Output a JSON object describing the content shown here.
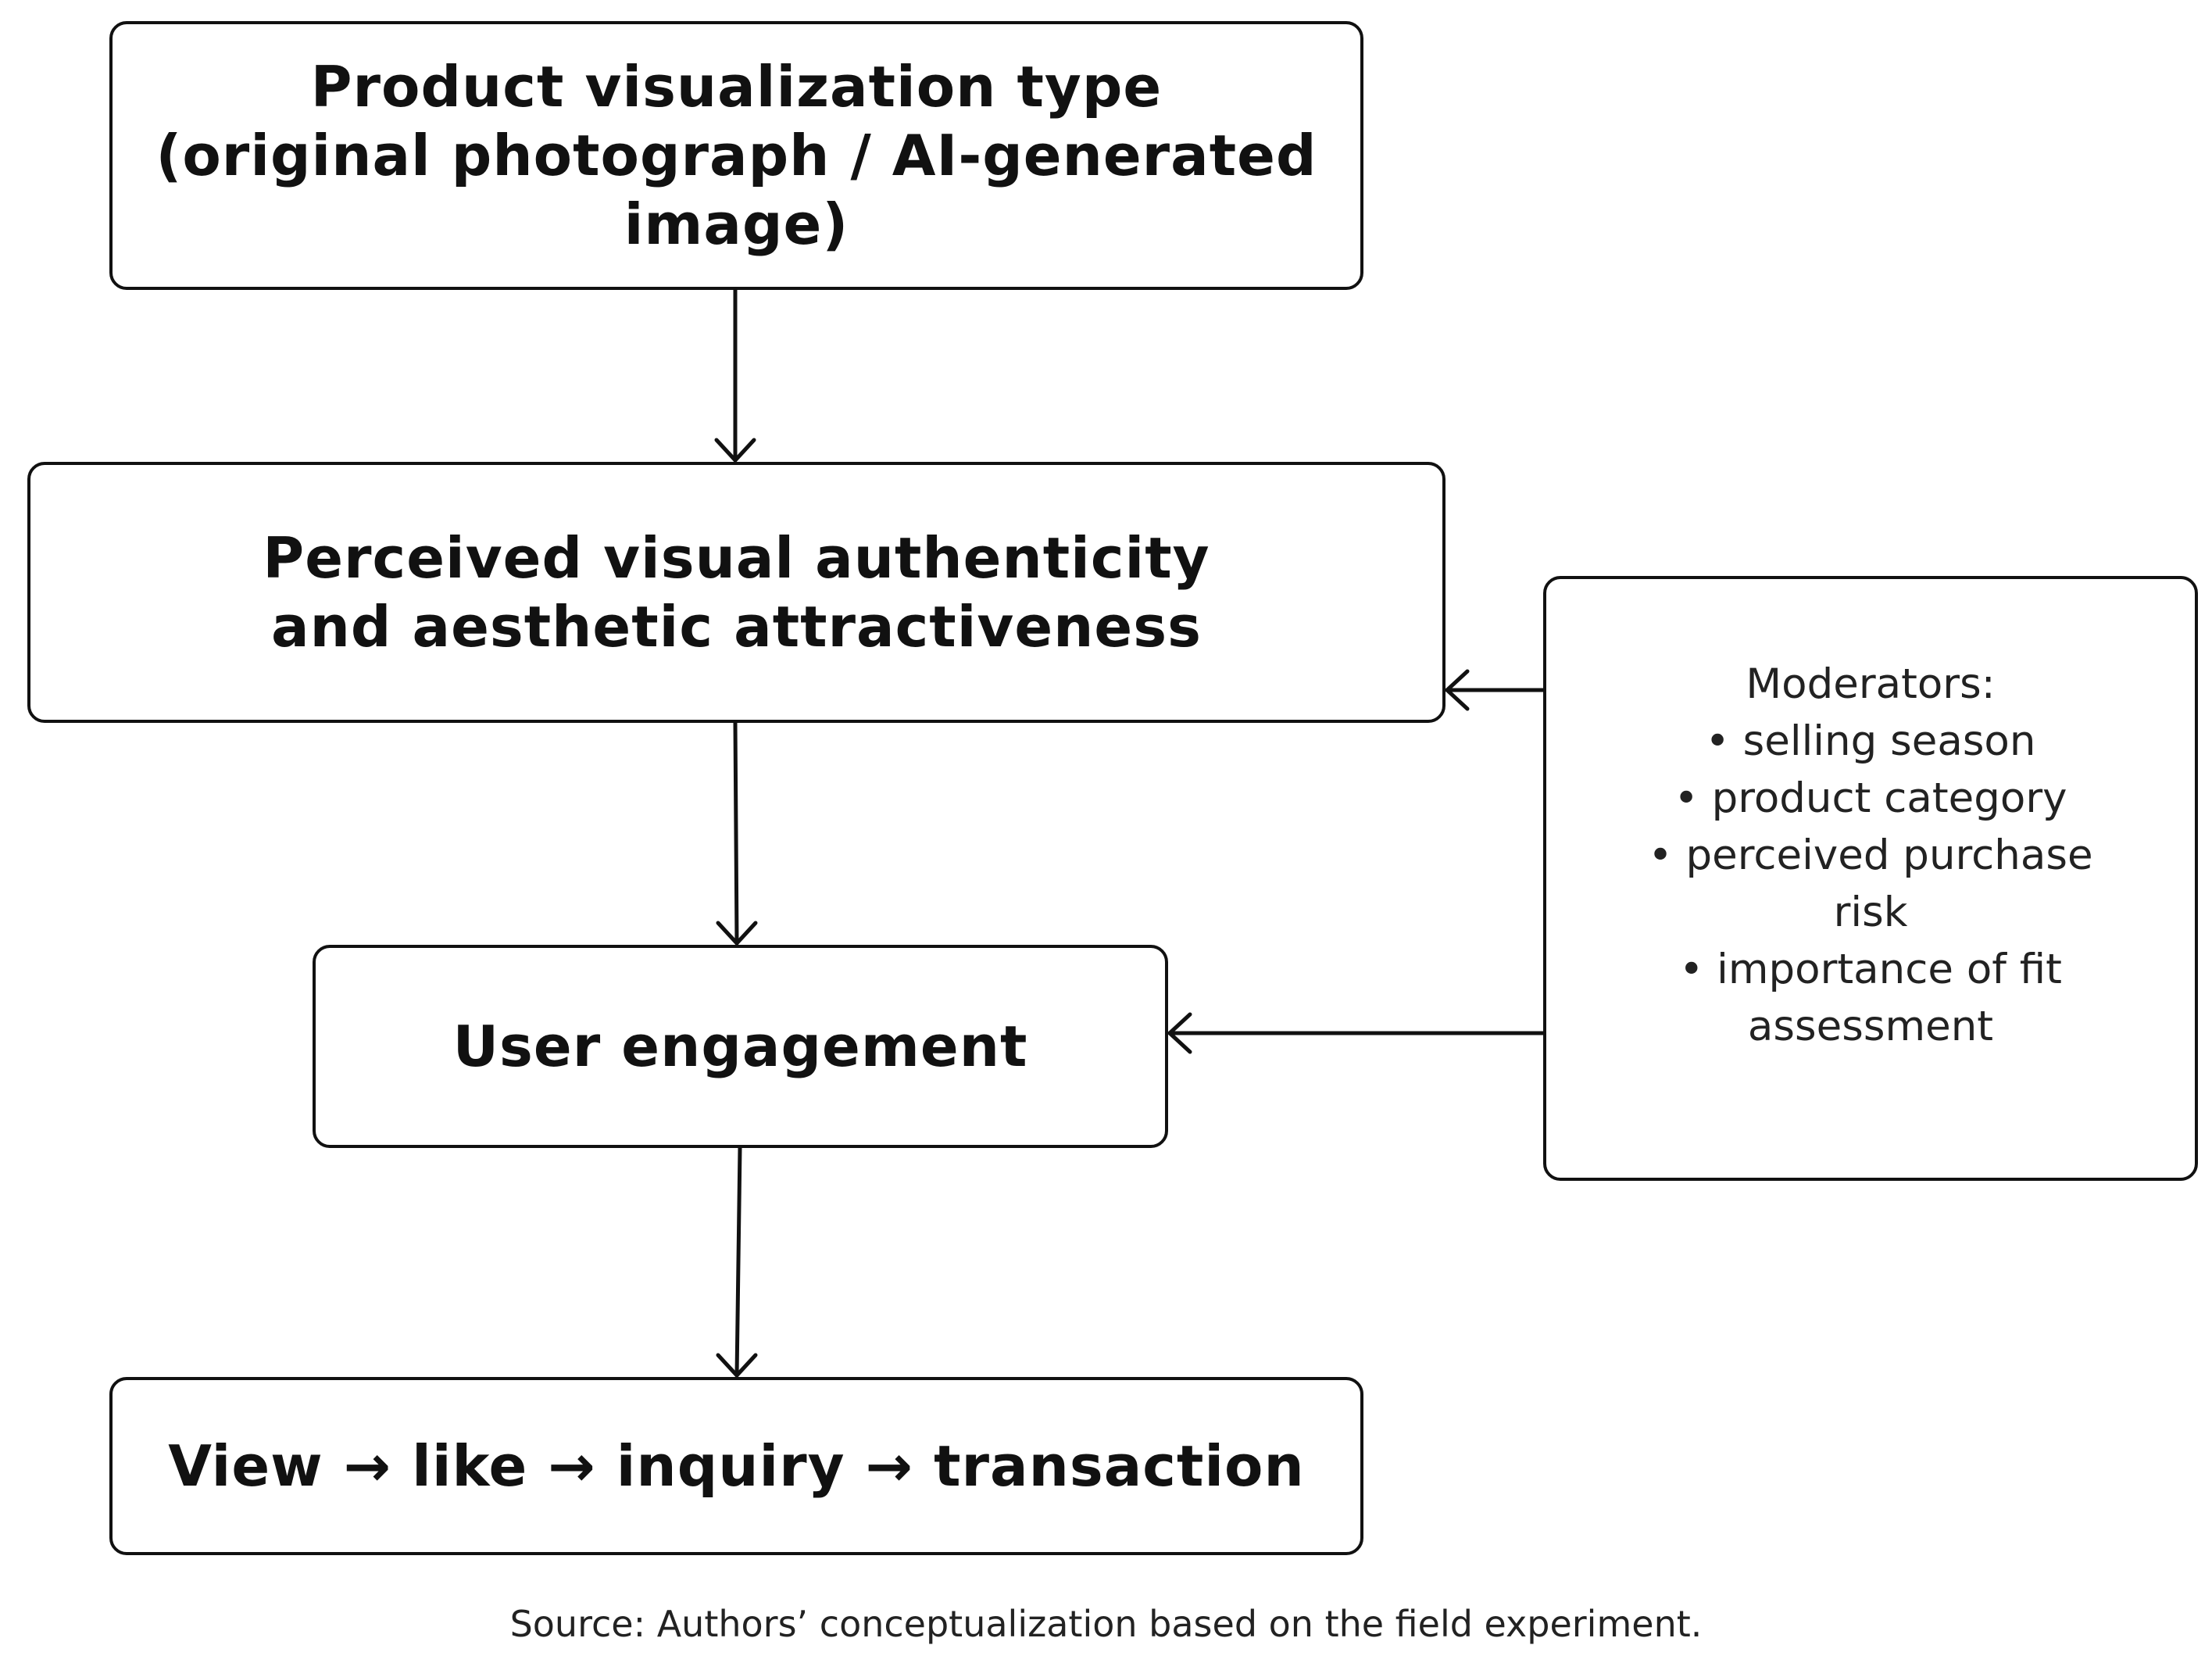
{
  "boxes": {
    "visualization": {
      "line1": "Product visualization type",
      "line2": "(original photograph / AI-generated",
      "line3": "image)"
    },
    "perceived": {
      "line1": "Perceived visual authenticity",
      "line2": "and aesthetic attractiveness"
    },
    "engagement": {
      "label": "User engagement"
    },
    "funnel": {
      "label": "View → like → inquiry → transaction"
    },
    "moderators": {
      "title": "Moderators:",
      "lines": [
        "• selling season",
        "• product category",
        "• perceived purchase",
        "risk",
        "• importance of fit",
        "assessment"
      ]
    }
  },
  "source_note": "Source: Authors’ conceptualization based on the field experiment."
}
